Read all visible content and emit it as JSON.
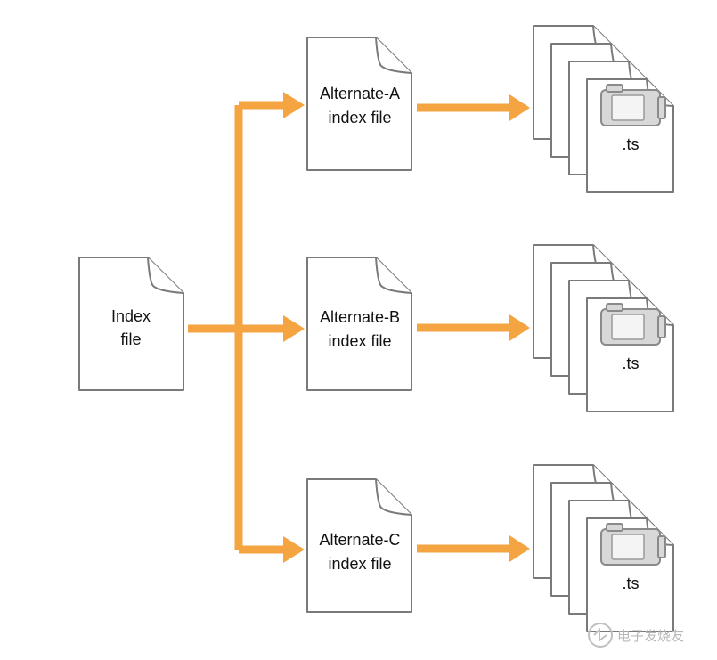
{
  "index_file": {
    "line1": "Index",
    "line2": "file"
  },
  "alternates": [
    {
      "line1": "Alternate-A",
      "line2": "index file",
      "segment_label": ".ts"
    },
    {
      "line1": "Alternate-B",
      "line2": "index file",
      "segment_label": ".ts"
    },
    {
      "line1": "Alternate-C",
      "line2": "index file",
      "segment_label": ".ts"
    }
  ],
  "colors": {
    "arrow": "#f5a442",
    "outline": "#7a7a7a",
    "camera": "#d8d8d8"
  },
  "icons": {
    "segment": "video-camera-icon"
  },
  "watermark": {
    "text": "电子发烧友",
    "logo": "elecfans-logo-icon"
  }
}
